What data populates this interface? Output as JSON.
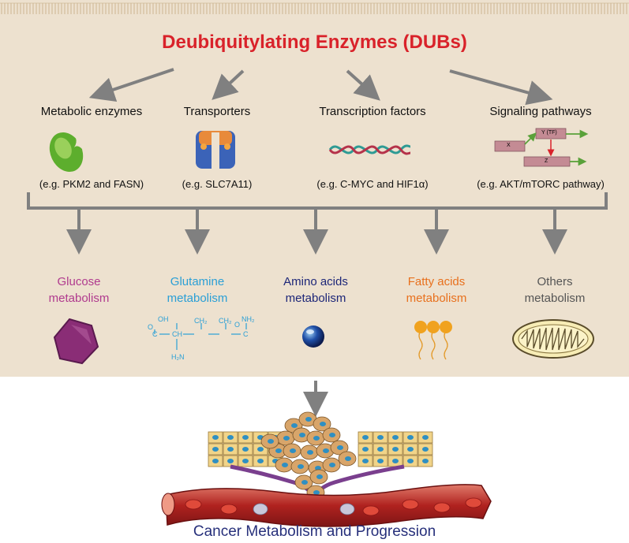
{
  "title": "Deubiquitylating Enzymes (DUBs)",
  "categories": [
    {
      "label": "Metabolic enzymes",
      "example": "(e.g. PKM2 and FASN)"
    },
    {
      "label": "Transporters",
      "example": "(e.g. SLC7A11)"
    },
    {
      "label": "Transcription factors",
      "example": "(e.g. C-MYC and HIF1α)"
    },
    {
      "label": "Signaling pathways",
      "example": "(e.g. AKT/mTORC pathway)"
    }
  ],
  "signaling_nodes": {
    "x": "X",
    "y": "Y (TF)",
    "z": "Z"
  },
  "metabolism": [
    {
      "line1": "Glucose",
      "line2": "metabolism",
      "color": "#b03a8e"
    },
    {
      "line1": "Glutamine",
      "line2": "metabolism",
      "color": "#2a9fd6"
    },
    {
      "line1": "Amino acids",
      "line2": "metabolism",
      "color": "#1d2678"
    },
    {
      "line1": "Fatty acids",
      "line2": "metabolism",
      "color": "#e8701d"
    },
    {
      "line1": "Others",
      "line2": "metabolism",
      "color": "#555555"
    }
  ],
  "glutamine_structure": {
    "oh": "OH",
    "o1": "O",
    "c1": "C",
    "ch": "CH",
    "ch2a": "CH₂",
    "ch2b": "CH₂",
    "c2": "C",
    "o2": "O",
    "nh2": "NH₂",
    "h2n": "H₂N"
  },
  "bottom_title": "Cancer Metabolism and Progression"
}
